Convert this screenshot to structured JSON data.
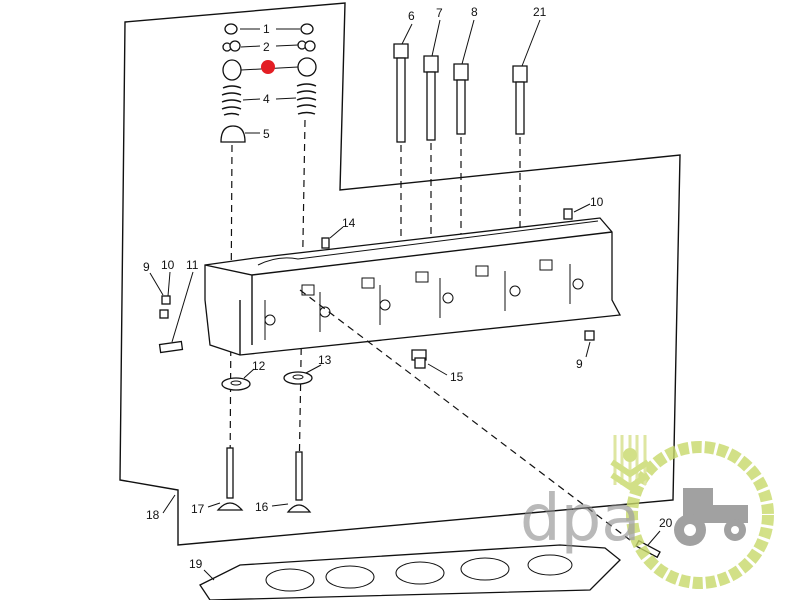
{
  "diagram": {
    "title": "Cylinder head exploded parts view",
    "part_labels": {
      "p1": "1",
      "p2": "2",
      "p4": "4",
      "p5": "5",
      "p6": "6",
      "p7": "7",
      "p8": "8",
      "p21": "21",
      "p10a": "10",
      "p14": "14",
      "p9a": "9",
      "p10b": "10",
      "p11": "11",
      "p12": "12",
      "p13": "13",
      "p15": "15",
      "p9b": "9",
      "p17": "17",
      "p16": "16",
      "p18": "18",
      "p19": "19",
      "p20": "20"
    },
    "marker_color": "#e31e24"
  },
  "watermark": {
    "text": "dpa",
    "text_color": "#8a8a8a",
    "accent_color": "#c8d96a"
  }
}
